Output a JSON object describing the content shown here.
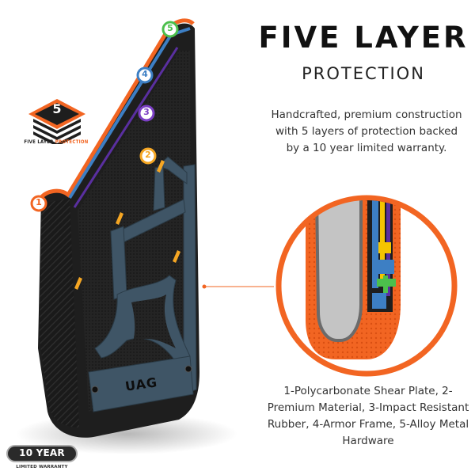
{
  "header": {
    "title": "FIVE LAYER",
    "subtitle": "PROTECTION"
  },
  "description": "Handcrafted, premium construction with 5 layers of protection backed by a 10 year limited warranty.",
  "layers_list": "1-Polycarbonate Shear Plate, 2-Premium Material, 3-Impact Resistant Rubber, 4-Armor Frame, 5-Alloy Metal Hardware",
  "badge": {
    "caption_main": "FIVE LAYER ",
    "caption_highlight": "PROTECTION",
    "glyph": "5"
  },
  "case": {
    "logo": "UAG"
  },
  "markers": [
    {
      "number": "1",
      "color": "#f26522"
    },
    {
      "number": "2",
      "color": "#f5a623"
    },
    {
      "number": "3",
      "color": "#7b3fc4"
    },
    {
      "number": "4",
      "color": "#3d7fc4"
    },
    {
      "number": "5",
      "color": "#4cbf4c"
    }
  ],
  "warranty": {
    "label": "10 YEAR",
    "sublabel": "LIMITED WARRANTY"
  },
  "colors": {
    "accent_orange": "#f26522",
    "frame_slate": "#3f5566",
    "case_black": "#1e1e1e",
    "layer_blue": "#3d7fc4",
    "layer_purple": "#5a2fa0",
    "layer_yellow": "#f5c400",
    "layer_green": "#4cbf4c"
  }
}
